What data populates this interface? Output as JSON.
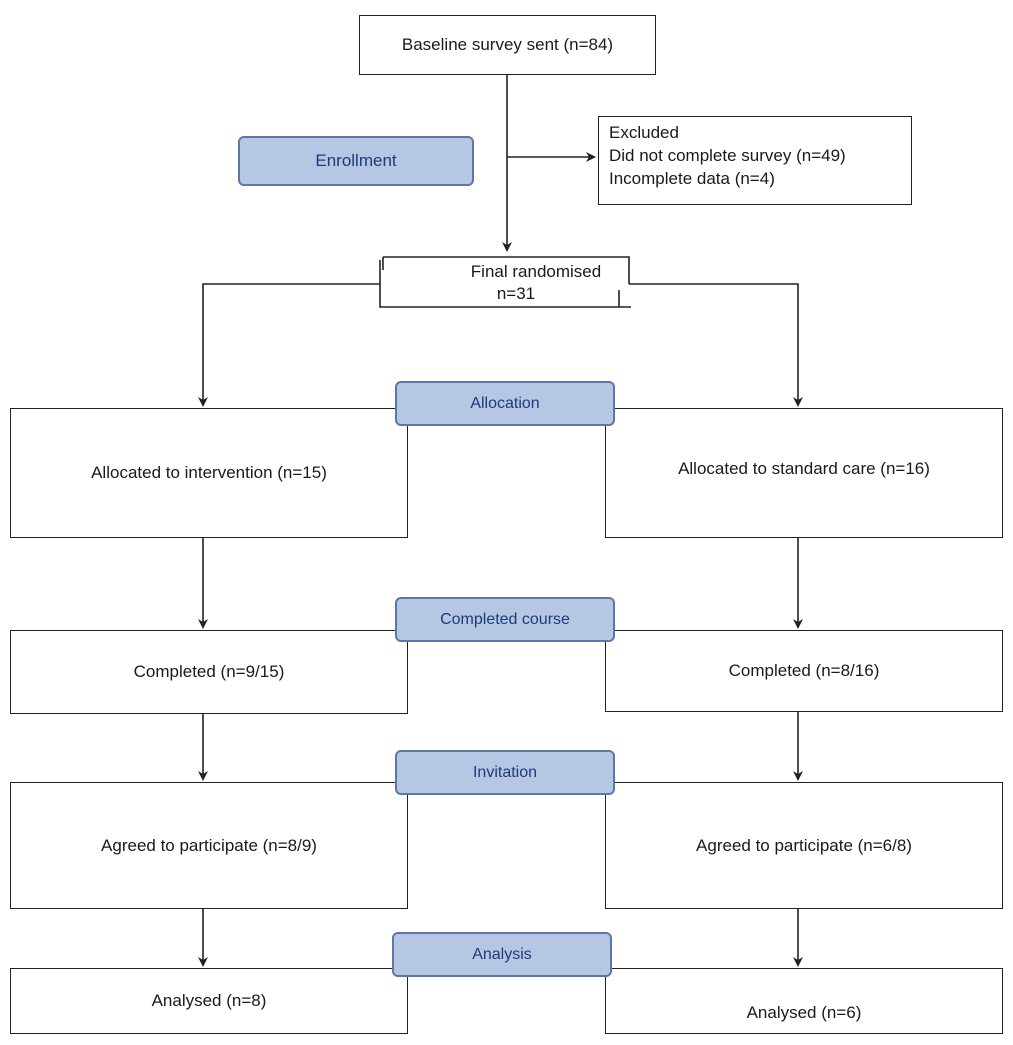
{
  "baseline": "Baseline survey sent (n=84)",
  "excluded": {
    "title": "Excluded",
    "lines": [
      "Did not complete survey (n=49)",
      "Incomplete data (n=4)"
    ]
  },
  "final": {
    "line1": "Final randomised",
    "line2": "n=31"
  },
  "stages": {
    "enrollment": "Enrollment",
    "allocation": "Allocation",
    "completed_course": "Completed course",
    "invitation": "Invitation",
    "analysis": "Analysis"
  },
  "left": {
    "allocated": "Allocated to intervention (n=15)",
    "completed": "Completed (n=9/15)",
    "agreed": "Agreed to participate (n=8/9)",
    "analysed": "Analysed (n=8)"
  },
  "right": {
    "allocated": "Allocated to standard care (n=16)",
    "completed": "Completed (n=8/16)",
    "agreed": "Agreed to participate (n=6/8)",
    "analysed": "Analysed (n=6)"
  },
  "colors": {
    "stage_fill": "#b5c7e3",
    "stage_border": "#5e76a8",
    "stage_text": "#1f3a7a",
    "line": "#222222"
  }
}
